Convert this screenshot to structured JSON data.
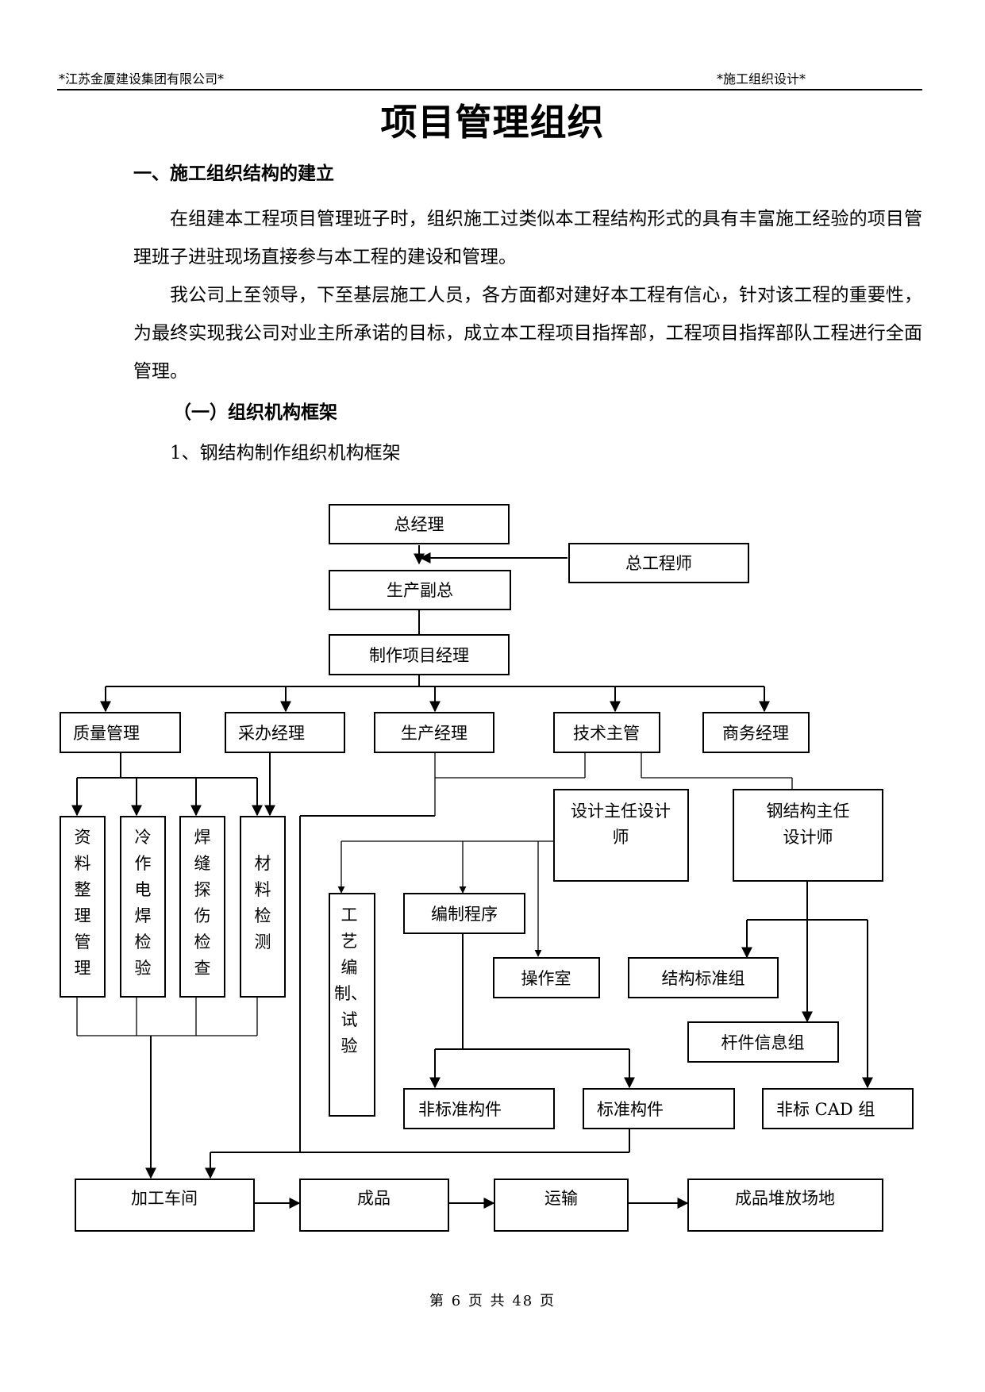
{
  "header": {
    "company": "*江苏金厦建设集团有限公司*",
    "doc_type": "*施工组织设计*"
  },
  "title": "项目管理组织",
  "section1": {
    "heading": "一、施工组织结构的建立",
    "paragraphs": [
      "在组建本工程项目管理班子时，组织施工过类似本工程结构形式的具有丰富施工经验的项目管理班子进驻现场直接参与本工程的建设和管理。",
      "我公司上至领导，下至基层施工人员，各方面都对建好本工程有信心，针对该工程的重要性，为最终实现我公司对业主所承诺的目标，成立本工程项目指挥部，工程项目指挥部队工程进行全面管理。"
    ],
    "sub_heading": "（一）组织机构框架",
    "sub_item": "1、钢结构制作组织机构框架"
  },
  "org_chart": {
    "gm": "总经理",
    "chief_engineer": "总工程师",
    "vp_production": "生产副总",
    "pm_fabrication": "制作项目经理",
    "quality": "质量管理",
    "purchasing": "采办经理",
    "production_mgr": "生产经理",
    "tech_lead": "技术主管",
    "business_mgr": "商务经理",
    "design_lead": [
      "设计主任设计",
      "师"
    ],
    "steel_design_lead": [
      "钢结构主任",
      "设计师"
    ],
    "doc_mgmt": [
      "资",
      "料",
      "整",
      "理",
      "管",
      "理"
    ],
    "cold_weld": [
      "冷",
      "作",
      "电",
      "焊",
      "检",
      "验"
    ],
    "weld_ndt": [
      "焊",
      "缝",
      "探",
      "伤",
      "检",
      "查"
    ],
    "material_test": [
      "材",
      "料",
      "检",
      "测"
    ],
    "process_test": [
      "工",
      "艺",
      "编",
      "制、",
      "试",
      "验"
    ],
    "programming": "编制程序",
    "operations_room": "操作室",
    "struct_std_group": "结构标准组",
    "member_info_group": "杆件信息组",
    "nonstd_parts": "非标准构件",
    "std_parts": "标准构件",
    "nonstd_cad": "非标 CAD 组",
    "workshop": "加工车间",
    "finished": "成品",
    "transport": "运输",
    "storage_yard": "成品堆放场地"
  },
  "footer": "第 6 页 共 48 页"
}
